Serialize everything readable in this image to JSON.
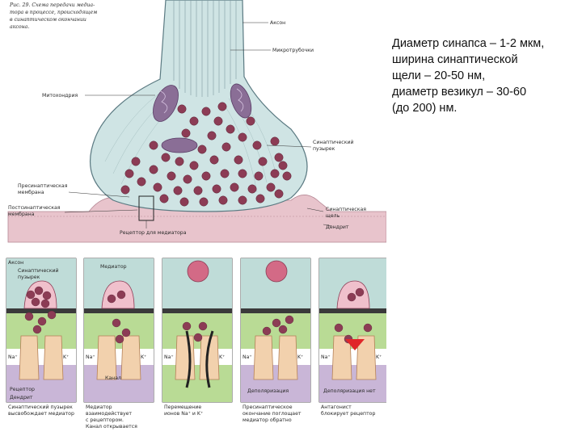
{
  "caption": {
    "lines": [
      "Диаметр синапса – 1-2 мкм,",
      "ширина синаптической",
      "щели – 20-50 нм,",
      "диаметр везикул – 30-60",
      "(до 200) нм."
    ]
  },
  "figure": {
    "fig_caption": [
      "Рис. 29. Схема передачи медиа-",
      "тора в процессе, происходящем",
      "в синаптическом окончании",
      "аксона."
    ],
    "top_labels": {
      "axon": "Аксон",
      "microtubules": "Микротрубочки",
      "mitochondrion": "Митохондрия",
      "synaptic_vesicle": [
        "Синаптический",
        "пузырек"
      ],
      "presynaptic_membrane": [
        "Пресинаптическая",
        "мембрана"
      ],
      "postsynaptic_membrane": [
        "Постсинаптическая",
        "мембрана"
      ],
      "synaptic_cleft": [
        "Синаптическая",
        "щель"
      ],
      "dendrite": "Дендрит",
      "receptor": "Рецептор для медиатора"
    },
    "panel_labels": {
      "axon": "Аксон",
      "vesicle": [
        "Синаптический",
        "пузырек"
      ],
      "mediator": "Медиатор",
      "na": "Na⁺",
      "k": "K⁺",
      "channel": "Канал",
      "receptor": "Рецептор",
      "dendrite": "Дендрит",
      "depolarization": "Деполяризация",
      "no_depolarization": "Деполяризация нет"
    },
    "bottom_captions": [
      [
        "Синаптический пузырек",
        "высвобождает медиатор"
      ],
      [
        "Медиатор",
        "взаимодействует",
        "с рецептором.",
        "Канал открывается"
      ],
      [
        "Перемещение",
        "ионов Na⁺ и K⁺"
      ],
      [
        "Пресинаптическое",
        "окончание поглощает",
        "медиатор обратно"
      ],
      [
        "Антагонист",
        "блокирует рецептор"
      ]
    ]
  },
  "colors": {
    "terminal_fill": "#cfe4e4",
    "vesicle": "#8c3c55",
    "mitochondrion": "#8a6e96",
    "dendrite_pink": "#e7c7ce",
    "panel_green": "#b9db95",
    "panel_violet": "#c9b6d7",
    "panel_teal": "#bfdcd8",
    "channel": "#f2d1ad",
    "antagonist": "#e0262a"
  }
}
